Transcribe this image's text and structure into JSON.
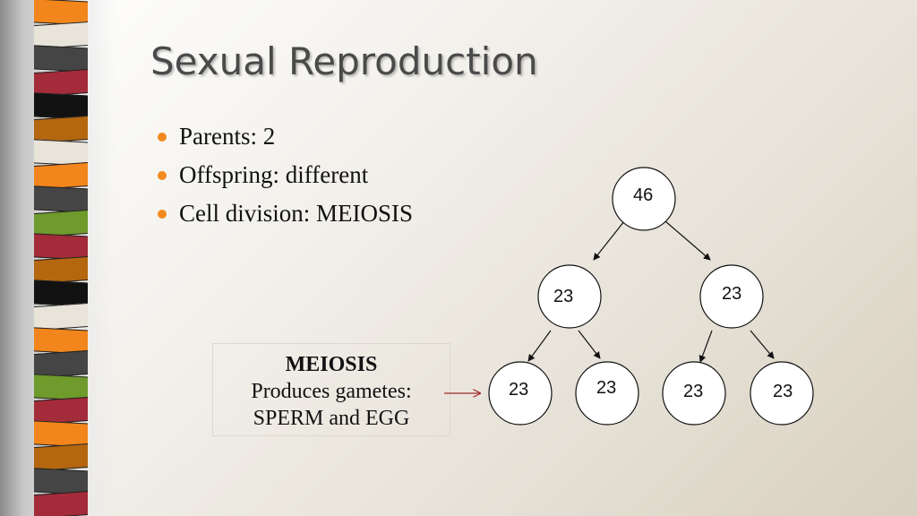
{
  "slide": {
    "title": "Sexual Reproduction",
    "bullets": [
      "Parents:  2",
      "Offspring:  different",
      "Cell division:  MEIOSIS"
    ],
    "bullet_color": "#f28a1e"
  },
  "callout": {
    "heading": "MEIOSIS",
    "line1": "Produces gametes:",
    "line2": "SPERM and EGG",
    "arrow_color": "#a0282c"
  },
  "diagram": {
    "root": "46",
    "level2": [
      "23",
      "23"
    ],
    "level3": [
      "23",
      "23",
      "23",
      "23"
    ]
  },
  "stripe_colors": [
    "#f2851c",
    "#e8e4da",
    "#454545",
    "#a32b3a",
    "#111111",
    "#b4670f",
    "#e8e4da",
    "#f2851c",
    "#454545",
    "#6f9a2c",
    "#a32b3a",
    "#b4670f",
    "#111111",
    "#e8e4da",
    "#f2851c",
    "#454545",
    "#6f9a2c",
    "#a32b3a",
    "#f2851c",
    "#b4670f",
    "#454545",
    "#a32b3a"
  ]
}
